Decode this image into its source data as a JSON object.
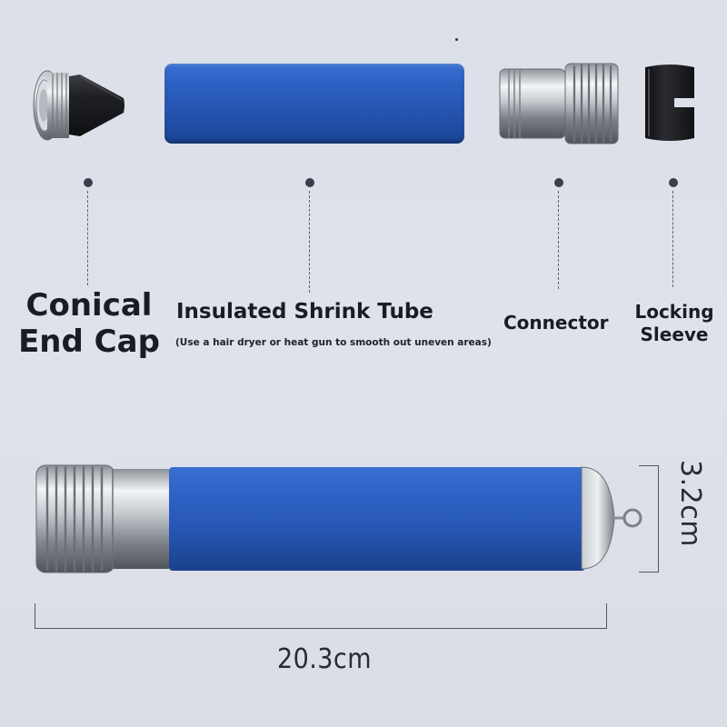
{
  "parts": [
    {
      "id": "end-cap",
      "label_line1": "Conical",
      "label_line2": "End Cap"
    },
    {
      "id": "shrink-tube",
      "label": "Insulated Shrink Tube",
      "note": "(Use a hair dryer or heat gun to smooth out uneven areas)"
    },
    {
      "id": "connector",
      "label": "Connector"
    },
    {
      "id": "locking-sleeve",
      "label_line1": "Locking",
      "label_line2": "Sleeve"
    }
  ],
  "dimensions": {
    "length": "20.3cm",
    "diameter": "3.2cm"
  },
  "colors": {
    "tube_blue": "#2656b4",
    "background": "#dcdfe8",
    "metal_light": "#e8ebee",
    "metal_dark": "#6e7379",
    "sleeve_black": "#16171a",
    "text": "#1b1c22"
  }
}
